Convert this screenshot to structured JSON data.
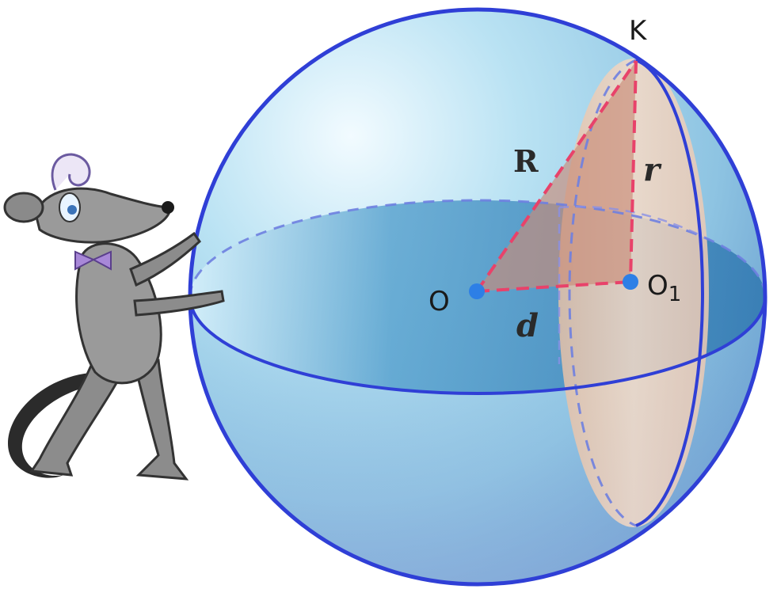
{
  "labels": {
    "K": "K",
    "R": "R",
    "r": "r",
    "O": "O",
    "O1_base": "O",
    "O1_sub": "1",
    "d": "d"
  },
  "colors": {
    "sphere_outline": "#2f3fd6",
    "sphere_fill_light": "#d9f1fa",
    "sphere_fill_dark": "#5f9fc8",
    "equator_fill": "#3f87bd",
    "section_fill": "#f3d2b8",
    "triangle_fill": "#d69a83",
    "triangle_stroke": "#e8426a",
    "center_point": "#2d7fe6",
    "mouse_body": "#8c8c8c"
  },
  "figure": {
    "type": "sphere-cross-section",
    "points": [
      "K",
      "O",
      "O1"
    ],
    "segments": [
      "R",
      "r",
      "d"
    ]
  }
}
